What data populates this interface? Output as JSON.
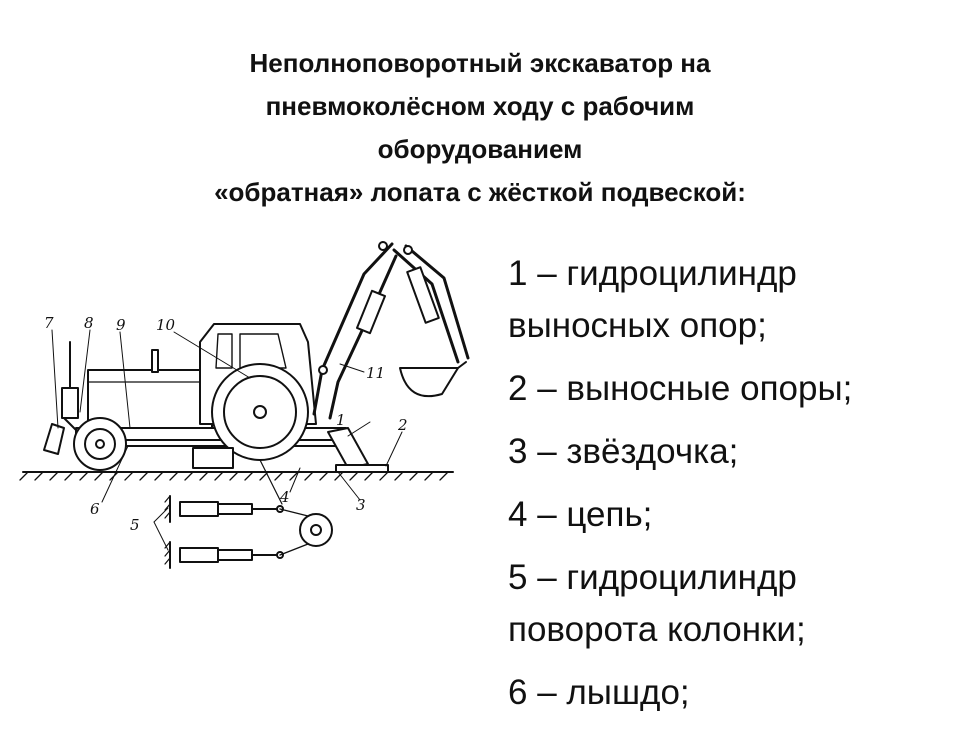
{
  "title": {
    "line1": "Неполноповоротный экскаватор на",
    "line2": "пневмоколёсном ходу с рабочим",
    "line3": "оборудованием",
    "line4": "«обратная» лопата с жёсткой подвеской:"
  },
  "callouts": [
    "1",
    "2",
    "3",
    "4",
    "5",
    "6",
    "7",
    "8",
    "9",
    "10",
    "11"
  ],
  "legend": [
    {
      "line1": "1 – гидроцилиндр",
      "line2": "выносных опор;"
    },
    {
      "line1": "2 – выносные опоры;"
    },
    {
      "line1": "3 – звёздочка;"
    },
    {
      "line1": "4 – цепь;"
    },
    {
      "line1": "5 – гидроцилиндр",
      "line2": "поворота колонки;"
    },
    {
      "line1": "6 – лышдо;"
    }
  ]
}
